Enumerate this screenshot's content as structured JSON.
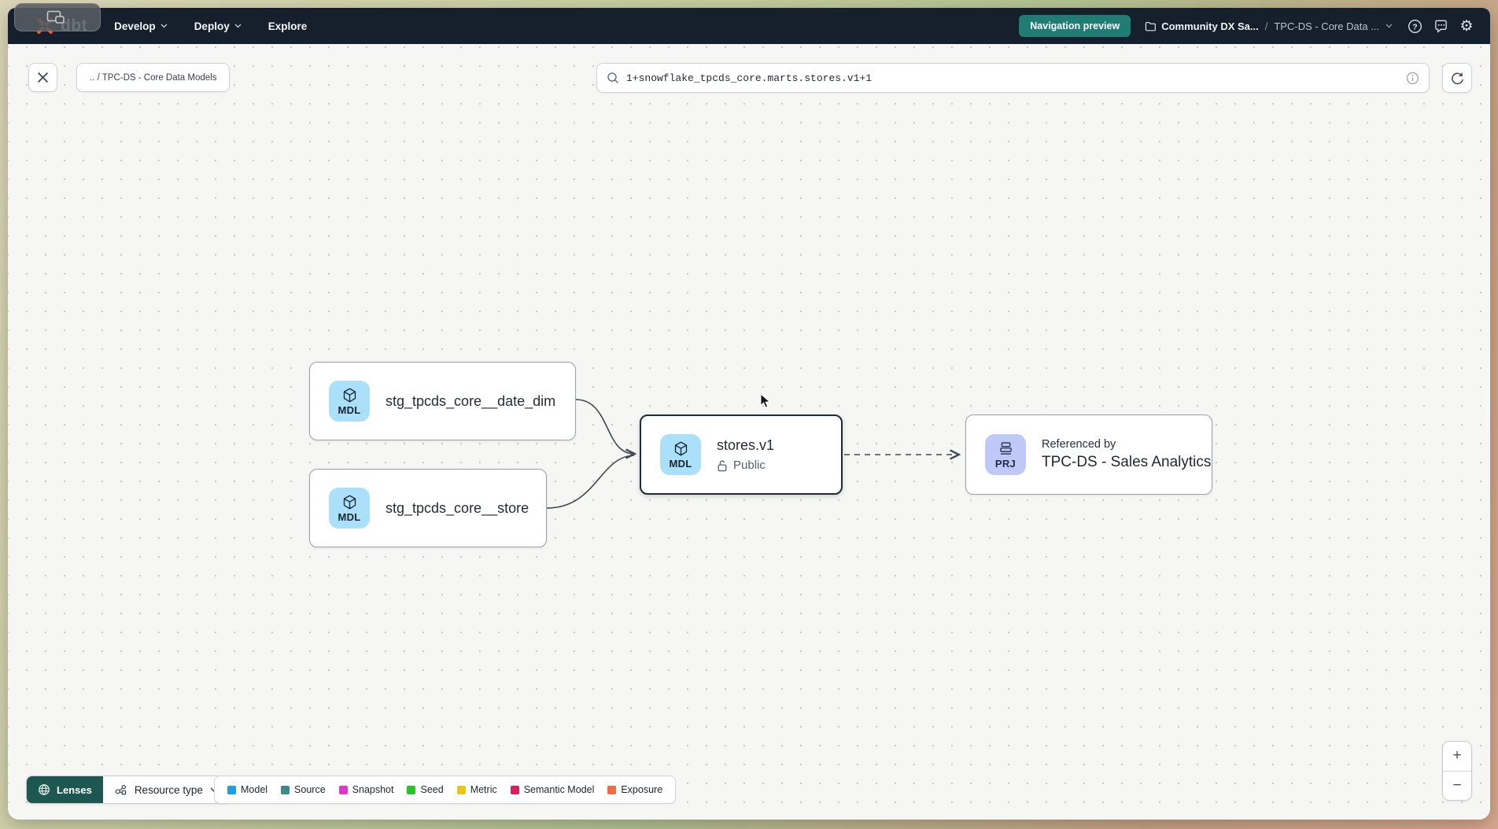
{
  "navbar": {
    "logo_text": "dbt",
    "menu": {
      "develop": "Develop",
      "deploy": "Deploy",
      "explore": "Explore"
    },
    "preview_badge": "Navigation preview",
    "preview_color": "#1f7d74",
    "breadcrumb": {
      "project": "Community DX Sa...",
      "separator": "/",
      "page": "TPC-DS - Core Data ..."
    }
  },
  "toolbar": {
    "breadcrumb_chip": ".. / TPC-DS - Core Data Models",
    "search_value": "1+snowflake_tpcds_core.marts.stores.v1+1"
  },
  "graph": {
    "nodes": [
      {
        "badge": "MDL",
        "label": "stg_tpcds_core__date_dim"
      },
      {
        "badge": "MDL",
        "label": "stg_tpcds_core__store"
      },
      {
        "badge": "MDL",
        "label": "stores.v1",
        "access": "Public"
      },
      {
        "badge": "PRJ",
        "title": "Referenced by",
        "label": "TPC-DS - Sales Analytics"
      }
    ]
  },
  "footer": {
    "lenses_label": "Lenses",
    "resource_type_label": "Resource type",
    "legend": [
      {
        "label": "Model",
        "color": "#1d9fe0"
      },
      {
        "label": "Source",
        "color": "#3f8b8b"
      },
      {
        "label": "Snapshot",
        "color": "#e135cb"
      },
      {
        "label": "Seed",
        "color": "#26c426"
      },
      {
        "label": "Metric",
        "color": "#e9c51a"
      },
      {
        "label": "Semantic Model",
        "color": "#df1d56"
      },
      {
        "label": "Exposure",
        "color": "#ee6c41"
      }
    ],
    "zoom_in": "+",
    "zoom_out": "−"
  }
}
